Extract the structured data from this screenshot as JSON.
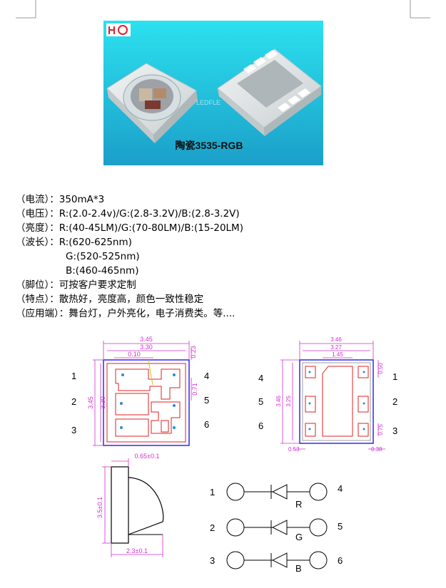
{
  "photo": {
    "logo_text": "H",
    "caption": "陶瓷3535-RGB",
    "watermark": "LEDFLE",
    "colors": {
      "bg_top": "#1fd3e8",
      "bg_bottom": "#1aa3cc"
    }
  },
  "specs": [
    {
      "label": "（电流）：",
      "value": "350mA*3"
    },
    {
      "label": "（电压）：",
      "value": "R:(2.0-2.4v)/G:(2.8-3.2V)/B:(2.8-3.2V)"
    },
    {
      "label": "（亮度）：",
      "value": "R:(40-45LM)/G:(70-80LM)/B:(15-20LM)"
    },
    {
      "label": "（波长）：",
      "value": "R:(620-625nm)"
    },
    {
      "label": "",
      "value": "G:(520-525nm)"
    },
    {
      "label": "",
      "value": "B:(460-465nm)"
    },
    {
      "label": "（脚位）：",
      "value": "可按客户要求定制"
    },
    {
      "label": "（特点）：",
      "value": "散热好，亮度高，颜色一致性稳定"
    },
    {
      "label": "（应用端）：",
      "value": "舞台灯，户外亮化，电子消费类。等...."
    }
  ],
  "top_view": {
    "dims": {
      "outer": "3.45",
      "inner": "3.30",
      "pad": "0.10",
      "edge": "0.23",
      "h_outer": "3.45",
      "h_inner": "3.30",
      "side": "0.71"
    },
    "pins_left": [
      "1",
      "2",
      "3"
    ],
    "pins_right": [
      "4",
      "5",
      "6"
    ]
  },
  "bottom_view": {
    "dims": {
      "outer": "3.46",
      "inner": "3.27",
      "center": "1.45",
      "pad_h": "0.50",
      "h_outer": "3.46",
      "h_inner": "3.25",
      "pad_w": "0.75",
      "left_gap": "0.53",
      "right_gap": "0.38"
    },
    "pins_left": [
      "4",
      "5",
      "6"
    ],
    "pins_right": [
      "1",
      "2",
      "3"
    ]
  },
  "side_view": {
    "dims": {
      "top": "0.65±0.1",
      "height": "3.5±0.1",
      "bottom": "2.3±0.1"
    }
  },
  "schematic": {
    "rows": [
      {
        "left": "1",
        "right": "4",
        "color": "R"
      },
      {
        "left": "2",
        "right": "5",
        "color": "G"
      },
      {
        "left": "3",
        "right": "6",
        "color": "B"
      }
    ]
  }
}
